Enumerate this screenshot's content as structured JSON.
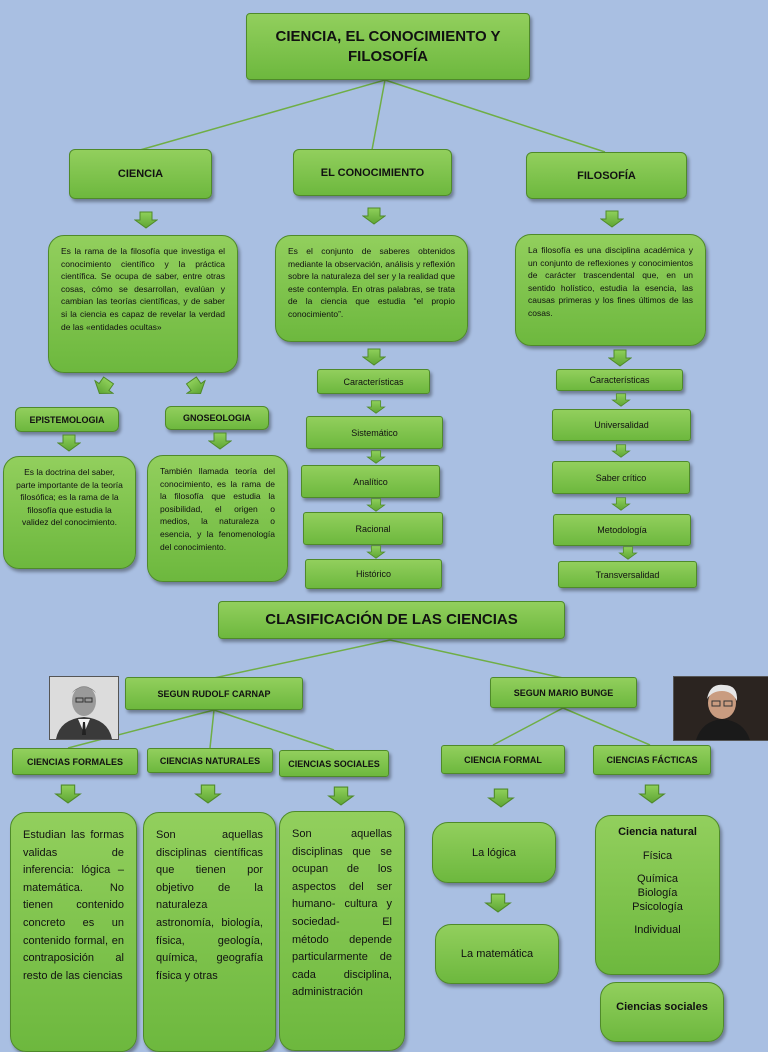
{
  "main_title": "CIENCIA, EL CONOCIMIENTO Y FILOSOFÍA",
  "branches": {
    "ciencia": {
      "title": "CIENCIA",
      "desc": "Es la rama de la filosofía que investiga el conocimiento científico y la práctica científica. Se ocupa de saber, entre otras cosas, cómo se desarrollan, evalúan y cambian las teorías científicas, y de saber si la ciencia es capaz de revelar la verdad de las «entidades ocultas»",
      "epistemologia": {
        "title": "EPISTEMOLOGIA",
        "desc": "Es la doctrina del saber, parte importante de la teoría filosófica; es la rama de la filosofía que estudia la validez del conocimiento."
      },
      "gnoseologia": {
        "title": "GNOSEOLOGIA",
        "desc": "También llamada teoría del conocimiento, es la rama de la filosofía que estudia la posibilidad, el origen o medios, la naturaleza o esencia, y la fenomenología del conocimiento."
      }
    },
    "conocimiento": {
      "title": "EL CONOCIMIENTO",
      "desc": "Es el conjunto de saberes obtenidos mediante la observación, análisis y reflexión sobre la naturaleza del ser y la realidad que este contempla. En otras palabras, se trata de la ciencia que estudia “el propio conocimiento”.",
      "caracteristicas_label": "Características",
      "caracteristicas": [
        "Sistemático",
        "Analítico",
        "Racional",
        "Histórico"
      ]
    },
    "filosofia": {
      "title": "FILOSOFÍA",
      "desc": "La filosofía es una disciplina académica y un conjunto de reflexiones y conocimientos de carácter trascendental que, en un sentido holístico, estudia la esencia, las causas primeras y los fines últimos de las cosas.",
      "caracteristicas_label": "Características",
      "caracteristicas": [
        "Universalidad",
        "Saber crítico",
        "Metodología",
        "Transversalidad"
      ]
    }
  },
  "clasificacion": {
    "title": "CLASIFICACIÓN DE LAS CIENCIAS",
    "carnap": {
      "title": "SEGUN RUDOLF CARNAP",
      "formales": {
        "title": "CIENCIAS FORMALES",
        "desc": "Estudian las formas validas de inferencia: lógica – matemática. No tienen contenido concreto es un contenido formal, en contraposición al resto de las ciencias"
      },
      "naturales": {
        "title": "CIENCIAS NATURALES",
        "desc": "Son aquellas disciplinas científicas que tienen por objetivo de la naturaleza astronomía, biología, física, geología, química, geografía física y otras"
      },
      "sociales": {
        "title": "CIENCIAS SOCIALES",
        "desc": "Son aquellas disciplinas que se ocupan de los aspectos del ser humano- cultura y sociedad- El método depende particularmente de cada disciplina, administración"
      }
    },
    "bunge": {
      "title": "SEGUN MARIO BUNGE",
      "formal": {
        "title": "CIENCIA FORMAL",
        "items": [
          "La lógica",
          "La matemática"
        ]
      },
      "facticas": {
        "title": "CIENCIAS FÁCTICAS",
        "natural_title": "Ciencia natural",
        "natural_items": [
          "Física",
          "Química",
          "Biología",
          "Psicología",
          "Individual"
        ],
        "sociales_title": "Ciencias sociales"
      }
    }
  },
  "colors": {
    "background": "#a9bfe2",
    "box": "#7cc24a",
    "border": "#4f8a2a",
    "line": "#6fae45"
  }
}
